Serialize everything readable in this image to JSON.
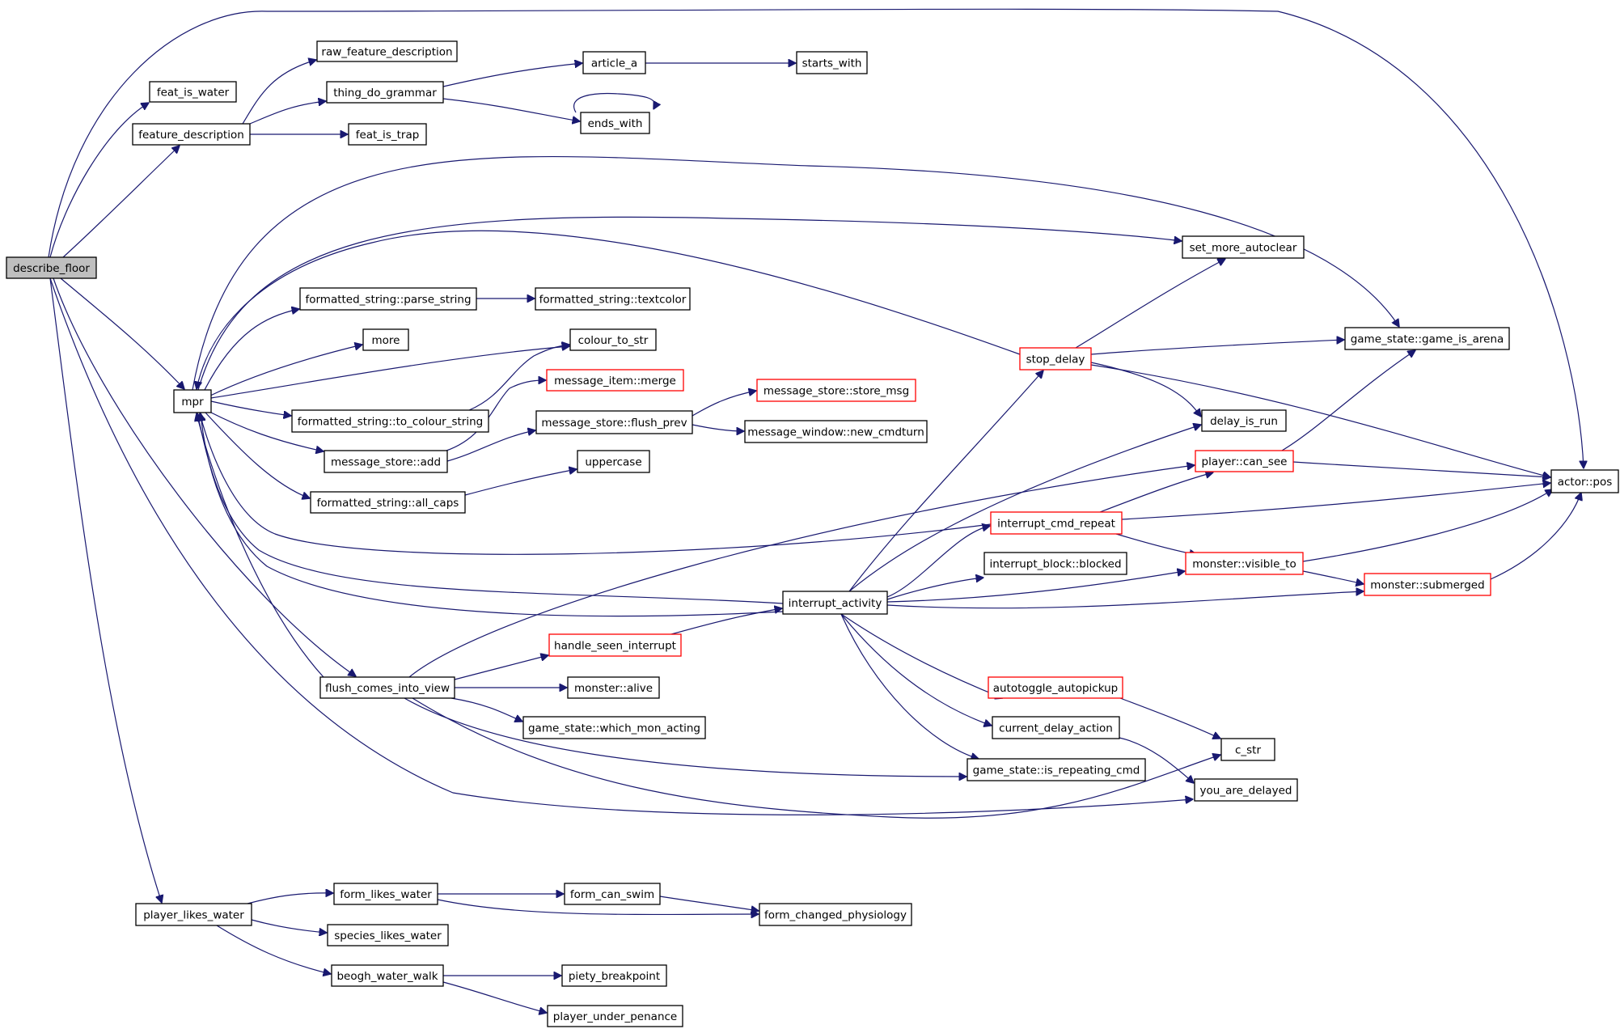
{
  "diagram": {
    "colors": {
      "edge": "#191970",
      "node_border": "#000000",
      "node_border_truncated": "#ff0000",
      "root_fill": "#bfbfbf",
      "node_fill": "#ffffff"
    },
    "nodes": {
      "describe_floor": "describe_floor",
      "feat_is_water": "feat_is_water",
      "feature_description": "feature_description",
      "raw_feature_description": "raw_feature_description",
      "thing_do_grammar": "thing_do_grammar",
      "article_a": "article_a",
      "starts_with": "starts_with",
      "ends_with": "ends_with",
      "feat_is_trap": "feat_is_trap",
      "set_more_autoclear": "set_more_autoclear",
      "mpr": "mpr",
      "parse_string": "formatted_string::parse_string",
      "textcolor": "formatted_string::textcolor",
      "more": "more",
      "colour_to_str": "colour_to_str",
      "stop_delay": "stop_delay",
      "game_is_arena": "game_state::game_is_arena",
      "merge": "message_item::merge",
      "store_msg": "message_store::store_msg",
      "to_colour_string": "formatted_string::to_colour_string",
      "flush_prev": "message_store::flush_prev",
      "new_cmdturn": "message_window::new_cmdturn",
      "add": "message_store::add",
      "uppercase": "uppercase",
      "delay_is_run": "delay_is_run",
      "player_can_see": "player::can_see",
      "actor_pos": "actor::pos",
      "all_caps": "formatted_string::all_caps",
      "interrupt_cmd_repeat": "interrupt_cmd_repeat",
      "blocked": "interrupt_block::blocked",
      "visible_to": "monster::visible_to",
      "interrupt_activity": "interrupt_activity",
      "submerged": "monster::submerged",
      "handle_seen_interrupt": "handle_seen_interrupt",
      "flush_comes_into_view": "flush_comes_into_view",
      "monster_alive": "monster::alive",
      "autotoggle_autopickup": "autotoggle_autopickup",
      "which_mon_acting": "game_state::which_mon_acting",
      "current_delay_action": "current_delay_action",
      "c_str": "c_str",
      "is_repeating_cmd": "game_state::is_repeating_cmd",
      "you_are_delayed": "you_are_delayed",
      "form_likes_water": "form_likes_water",
      "form_can_swim": "form_can_swim",
      "player_likes_water": "player_likes_water",
      "form_changed_physiology": "form_changed_physiology",
      "species_likes_water": "species_likes_water",
      "beogh_water_walk": "beogh_water_walk",
      "piety_breakpoint": "piety_breakpoint",
      "player_under_penance": "player_under_penance"
    }
  }
}
